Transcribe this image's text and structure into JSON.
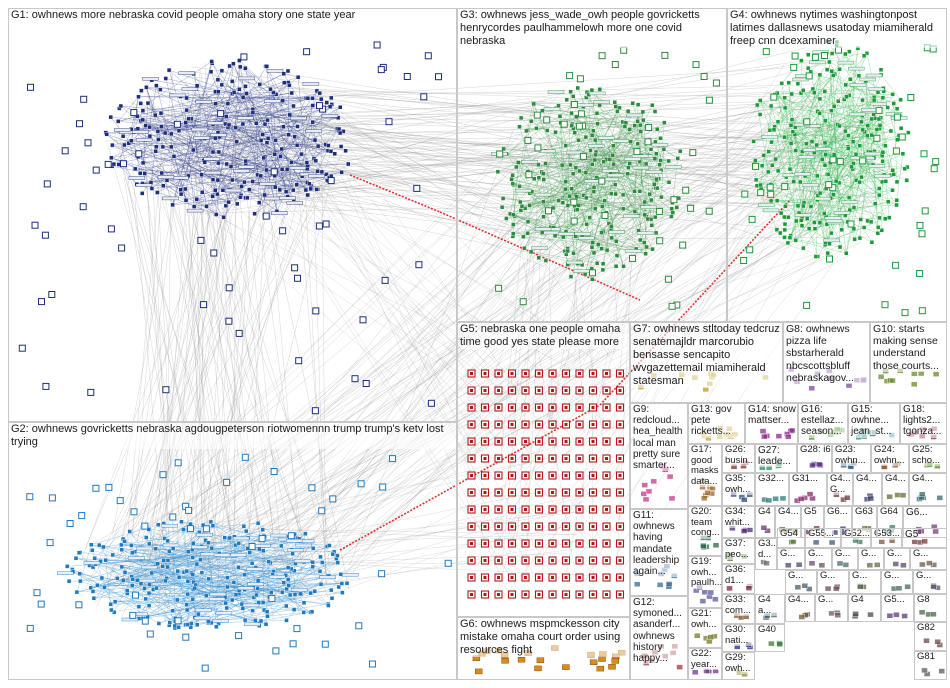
{
  "graph": {
    "edge_color": "#8a8a8a",
    "cross_edge_color": "#e03030",
    "groups": [
      {
        "id": "G1",
        "label": "G1: owhnews more nebraska covid people omaha story one state year",
        "node_color": "#1d2f7a",
        "edge_color": "#2a3a8a"
      },
      {
        "id": "G2",
        "label": "G2: owhnews govricketts nebraska agdougpeterson riotwomennn trump trump's ketv lost trying",
        "node_color": "#1f7ac0",
        "edge_color": "#2d8cd0"
      },
      {
        "id": "G3",
        "label": "G3: owhnews jess_wade_owh people govricketts henrycordes paulhammelowh more one covid nebraska",
        "node_color": "#2e8a3e",
        "edge_color": "#3a9a4a"
      },
      {
        "id": "G4",
        "label": "G4: owhnews nytimes washingtonpost latimes dallasnews usatoday miamiherald freep cnn dcexaminer",
        "node_color": "#1e9a3a",
        "edge_color": "#2ab84a"
      },
      {
        "id": "G5",
        "label": "G5: nebraska one people omaha time good yes state please more",
        "node_color": "#b01818",
        "edge_color": "#c02020"
      },
      {
        "id": "G6",
        "label": "G6: owhnews mspmckesson city mistake omaha court order using resources fight",
        "node_color": "#d88a1a",
        "edge_color": "#e0a030"
      },
      {
        "id": "G7",
        "label": "G7: owhnews stltoday tedcruz senatemajldr marcorubio bensasse sencapito wvgazettemail miamiherald statesman",
        "node_color": "#b89a20",
        "edge_color": "#c8aa30"
      },
      {
        "id": "G8",
        "label": "G8: owhnews pizza life sbstarherald nbcscottsbluff nebraskagov...",
        "node_color": "#7a4a9a",
        "edge_color": "#8a5aaa"
      },
      {
        "id": "G9",
        "label": "G9: redcloud... hea_health local man pretty sure smarter...",
        "node_color": "#c03a8a",
        "edge_color": "#d04a9a"
      },
      {
        "id": "G10",
        "label": "G10: starts making sense understand those courts...",
        "node_color": "#6a8a2a",
        "edge_color": "#7a9a3a"
      },
      {
        "id": "G11",
        "label": "G11: owhnews having mandate leadership again...",
        "node_color": "#3a6a9a",
        "edge_color": "#4a7aaa"
      },
      {
        "id": "G12",
        "label": "G12: symoned... asanderf... owhnews history happy...",
        "node_color": "#9a3a3a",
        "edge_color": "#aa4a4a"
      },
      {
        "id": "G13",
        "label": "G13: gov pete ricketts...",
        "node_color": "#c8a030",
        "edge_color": "#c8a030"
      },
      {
        "id": "G14",
        "label": "G14: snow mattser...",
        "node_color": "#8a2a8a",
        "edge_color": "#8a2a8a"
      },
      {
        "id": "G15",
        "label": "G15: owhne... jean_st...",
        "node_color": "#2a8a8a",
        "edge_color": "#2a8a8a"
      },
      {
        "id": "G16",
        "label": "G16: estellaz... season...",
        "node_color": "#4a9a2a",
        "edge_color": "#4a9a2a"
      },
      {
        "id": "G17",
        "label": "G17: good masks data...",
        "node_color": "#9a6a2a",
        "edge_color": "#9a6a2a"
      },
      {
        "id": "G18",
        "label": "G18: lights2... tgonza...",
        "node_color": "#9a2a5a",
        "edge_color": "#9a2a5a"
      },
      {
        "id": "G19",
        "label": "G19: owh... paulh...",
        "node_color": "#5a5a9a",
        "edge_color": "#5a5a9a"
      },
      {
        "id": "G20",
        "label": "G20: team cong...",
        "node_color": "#2a6a4a",
        "edge_color": "#2a6a4a"
      },
      {
        "id": "G21",
        "label": "G21: owh...",
        "node_color": "#7a7a2a",
        "edge_color": "#7a7a2a"
      },
      {
        "id": "G22",
        "label": "G22: year...",
        "node_color": "#6a3a8a",
        "edge_color": "#6a3a8a"
      },
      {
        "id": "G23",
        "label": "G23: owhn...",
        "node_color": "#2a5a8a",
        "edge_color": "#2a5a8a"
      },
      {
        "id": "G24",
        "label": "G24: owhn...",
        "node_color": "#8a5a2a",
        "edge_color": "#8a5a2a"
      },
      {
        "id": "G25",
        "label": "G25: scho...",
        "node_color": "#5a8a2a",
        "edge_color": "#5a8a2a"
      },
      {
        "id": "G26",
        "label": "G26: busin...",
        "node_color": "#8a2a2a",
        "edge_color": "#8a2a2a"
      },
      {
        "id": "G27",
        "label": "G27: leade...",
        "node_color": "#2a8a5a",
        "edge_color": "#2a8a5a"
      },
      {
        "id": "G28",
        "label": "G28: i6",
        "node_color": "#5a2a8a",
        "edge_color": "#5a2a8a"
      },
      {
        "id": "G29",
        "label": "G29: owh...",
        "node_color": "#8a8a2a",
        "edge_color": "#8a8a2a"
      },
      {
        "id": "G30",
        "label": "G30: nati...",
        "node_color": "#2a2a8a",
        "edge_color": "#2a2a8a"
      },
      {
        "id": "G31",
        "label": "G31...",
        "node_color": "#8a2a6a",
        "edge_color": "#8a2a6a"
      },
      {
        "id": "G32",
        "label": "G32...",
        "node_color": "#2a7a7a",
        "edge_color": "#2a7a7a"
      },
      {
        "id": "G33",
        "label": "G33: com...",
        "node_color": "#7a4a2a",
        "edge_color": "#7a4a2a"
      },
      {
        "id": "G34",
        "label": "G34: whit...",
        "node_color": "#4a2a7a",
        "edge_color": "#4a2a7a"
      },
      {
        "id": "G35",
        "label": "G35: owh...",
        "node_color": "#2a4a7a",
        "edge_color": "#2a4a7a"
      },
      {
        "id": "G36",
        "label": "G36: d1...",
        "node_color": "#7a2a4a",
        "edge_color": "#7a2a4a"
      },
      {
        "id": "G37",
        "label": "G37: peo...",
        "node_color": "#4a7a2a",
        "edge_color": "#4a7a2a"
      },
      {
        "id": "G38",
        "label": "G3... d...",
        "node_color": "#6a6a6a",
        "edge_color": "#6a6a6a"
      },
      {
        "id": "G40",
        "label": "G40",
        "node_color": "#3a7a3a",
        "edge_color": "#3a7a3a"
      },
      {
        "id": "G41",
        "label": "G4... G...",
        "node_color": "#6a3a3a",
        "edge_color": "#6a3a3a"
      },
      {
        "id": "G42",
        "label": "G4...",
        "node_color": "#3a3a6a",
        "edge_color": "#3a3a6a"
      },
      {
        "id": "G43",
        "label": "G4...",
        "node_color": "#6a6a3a",
        "edge_color": "#6a6a3a"
      },
      {
        "id": "G44",
        "label": "G4...",
        "node_color": "#3a6a6a",
        "edge_color": "#3a6a6a"
      },
      {
        "id": "G45",
        "label": "G4",
        "node_color": "#6a3a6a",
        "edge_color": "#6a3a6a"
      },
      {
        "id": "G46",
        "label": "G4...",
        "node_color": "#5a6a3a",
        "edge_color": "#5a6a3a"
      },
      {
        "id": "G47",
        "label": "G4 a...",
        "node_color": "#3a5a6a",
        "edge_color": "#3a5a6a"
      },
      {
        "id": "G48",
        "label": "G4...",
        "node_color": "#6a5a3a",
        "edge_color": "#6a5a3a"
      },
      {
        "id": "G49",
        "label": "G4",
        "node_color": "#4a4a4a",
        "edge_color": "#4a4a4a"
      },
      {
        "id": "G50",
        "label": "G5",
        "node_color": "#7a3a5a",
        "edge_color": "#7a3a5a"
      },
      {
        "id": "G51",
        "label": "G5...",
        "node_color": "#5a3a7a",
        "edge_color": "#5a3a7a"
      },
      {
        "id": "G52",
        "label": "G52...",
        "node_color": "#3a7a5a",
        "edge_color": "#3a7a5a"
      },
      {
        "id": "G53",
        "label": "G53...",
        "node_color": "#7a5a3a",
        "edge_color": "#7a5a3a"
      },
      {
        "id": "G54",
        "label": "G54",
        "node_color": "#5a7a3a",
        "edge_color": "#5a7a3a"
      },
      {
        "id": "G55",
        "label": "G55...",
        "node_color": "#3a5a7a",
        "edge_color": "#3a5a7a"
      },
      {
        "id": "G58",
        "label": "G5",
        "node_color": "#7a3a3a",
        "edge_color": "#7a3a3a"
      },
      {
        "id": "G60",
        "label": "G6...",
        "node_color": "#3a3a7a",
        "edge_color": "#3a3a7a"
      },
      {
        "id": "G63",
        "label": "G63",
        "node_color": "#7a7a3a",
        "edge_color": "#7a7a3a"
      },
      {
        "id": "G64",
        "label": "G64",
        "node_color": "#3a7a7a",
        "edge_color": "#3a7a7a"
      },
      {
        "id": "G65",
        "label": "G6...",
        "node_color": "#7a3a7a",
        "edge_color": "#7a3a7a"
      },
      {
        "id": "G81",
        "label": "G81",
        "node_color": "#5a5a5a",
        "edge_color": "#5a5a5a"
      },
      {
        "id": "G82",
        "label": "G82",
        "node_color": "#6a4a4a",
        "edge_color": "#6a4a4a"
      },
      {
        "id": "G8x",
        "label": "G8",
        "node_color": "#4a6a4a",
        "edge_color": "#4a6a4a"
      },
      {
        "id": "Gs1",
        "label": "G...",
        "node_color": "#4a4a6a",
        "edge_color": "#4a4a6a"
      },
      {
        "id": "Gs2",
        "label": "G...",
        "node_color": "#6a4a6a",
        "edge_color": "#6a4a6a"
      },
      {
        "id": "Gs3",
        "label": "G...",
        "node_color": "#4a6a6a",
        "edge_color": "#4a6a6a"
      },
      {
        "id": "Gs4",
        "label": "G...",
        "node_color": "#6a6a4a",
        "edge_color": "#6a6a4a"
      },
      {
        "id": "Gs5",
        "label": "G...",
        "node_color": "#5a4a6a",
        "edge_color": "#5a4a6a"
      },
      {
        "id": "Gs6",
        "label": "G...",
        "node_color": "#6a5a4a",
        "edge_color": "#6a5a4a"
      },
      {
        "id": "Gs7",
        "label": "G...",
        "node_color": "#4a5a6a",
        "edge_color": "#4a5a6a"
      },
      {
        "id": "Gs8",
        "label": "G...",
        "node_color": "#6a4a5a",
        "edge_color": "#6a4a5a"
      },
      {
        "id": "Gs9",
        "label": "G...",
        "node_color": "#5a6a4a",
        "edge_color": "#5a6a4a"
      },
      {
        "id": "Gs10",
        "label": "G...",
        "node_color": "#4a6a5a",
        "edge_color": "#4a6a5a"
      },
      {
        "id": "Gs11",
        "label": "G...",
        "node_color": "#5a5a6a",
        "edge_color": "#5a5a6a"
      },
      {
        "id": "Gs12",
        "label": "G...",
        "node_color": "#6a5a5a",
        "edge_color": "#6a5a5a"
      }
    ]
  }
}
